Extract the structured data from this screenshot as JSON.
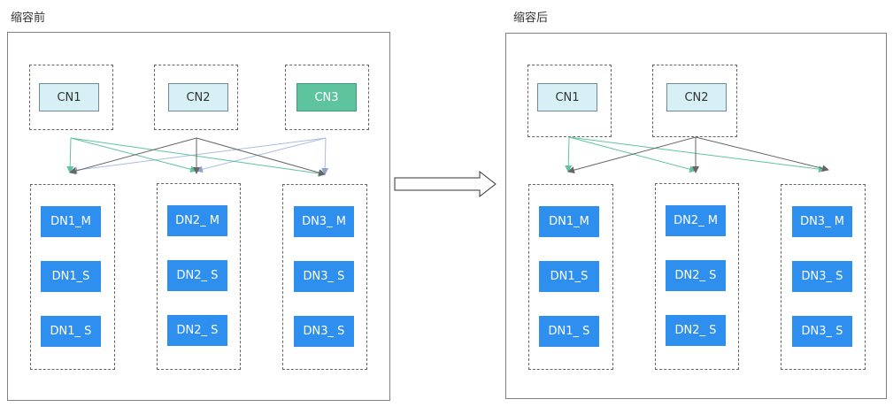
{
  "before": {
    "title": "缩容前",
    "cns": [
      "CN1",
      "CN2",
      "CN3"
    ],
    "dn_groups": [
      [
        "DN1_M",
        "DN1_S",
        "DN1_ S"
      ],
      [
        "DN2_ M",
        "DN2_ S",
        "DN2_ S"
      ],
      [
        "DN3_ M",
        "DN3_ S",
        "DN3_ S"
      ]
    ]
  },
  "after": {
    "title": "缩容后",
    "cns": [
      "CN1",
      "CN2"
    ],
    "dn_groups": [
      [
        "DN1_M",
        "DN1_S",
        "DN1_ S"
      ],
      [
        "DN2_ M",
        "DN2_ S",
        "DN2_ S"
      ],
      [
        "DN3_ M",
        "DN3_ S",
        "DN3_ S"
      ]
    ]
  },
  "colors": {
    "cn_fill": "#d6f0f5",
    "cn_removed_fill": "#5ec49e",
    "dn_fill": "#2e8fef",
    "link_cn1": "#5ec49e",
    "link_cn2": "#666666",
    "link_cn3": "#a9bce6"
  }
}
